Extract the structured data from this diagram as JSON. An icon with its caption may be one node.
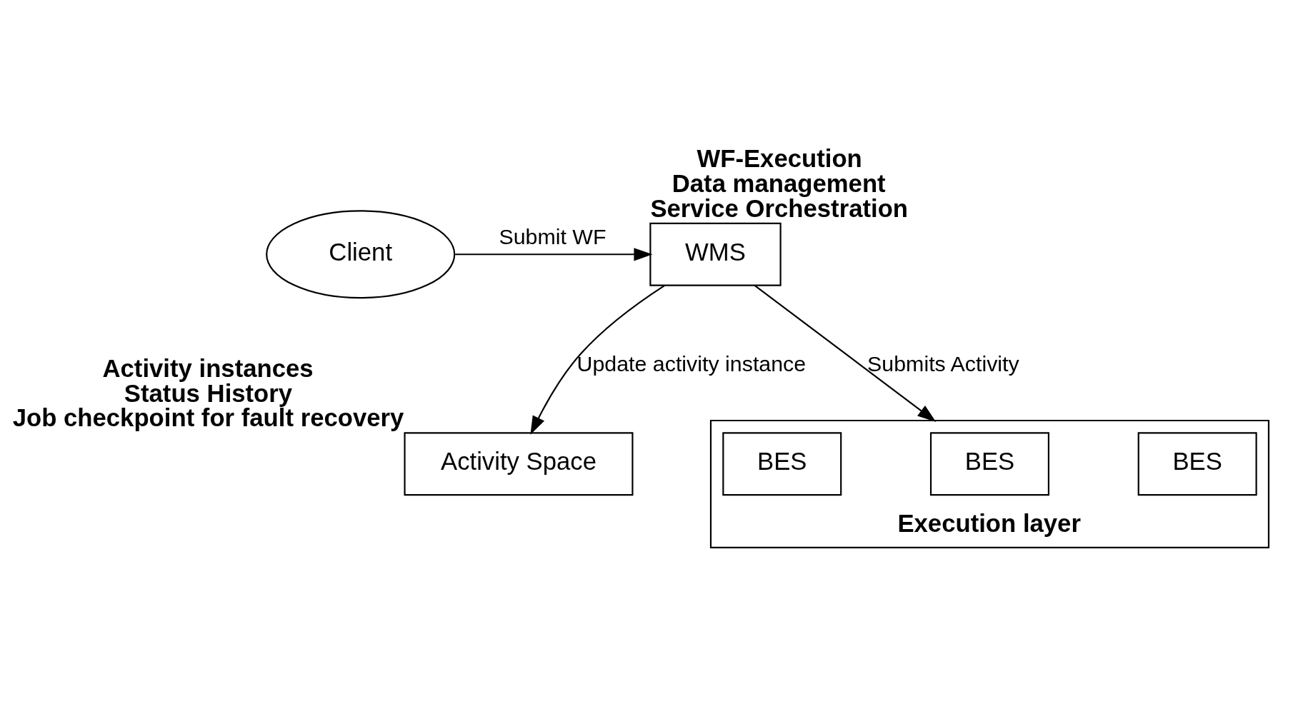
{
  "diagram": {
    "nodes": [
      {
        "text": [
          "Client"
        ]
      },
      {
        "text": [
          "WMS"
        ],
        "beside": [
          "WF-Execution",
          "Data management",
          "Service Orchestration"
        ]
      },
      {
        "text": [
          "Activity Space"
        ],
        "beside": [
          "Activity instances",
          "Status History",
          "Job checkpoint for fault recovery"
        ]
      },
      {
        "text": [
          "Execution layer"
        ]
      },
      {
        "text": [
          "BES"
        ],
        "in": 3
      },
      {
        "text": [
          "BES"
        ],
        "in": 3
      },
      {
        "text": [
          "BES"
        ],
        "in": 3
      }
    ],
    "edges": [
      {
        "from": 0,
        "to": 1,
        "arrow": "to",
        "label": "Submit WF"
      },
      {
        "from": 1,
        "to": 2,
        "arrow": "to",
        "label": "Update activity instance"
      },
      {
        "from": 1,
        "to": 3,
        "arrow": "to",
        "label": "Submits Activity"
      }
    ]
  }
}
